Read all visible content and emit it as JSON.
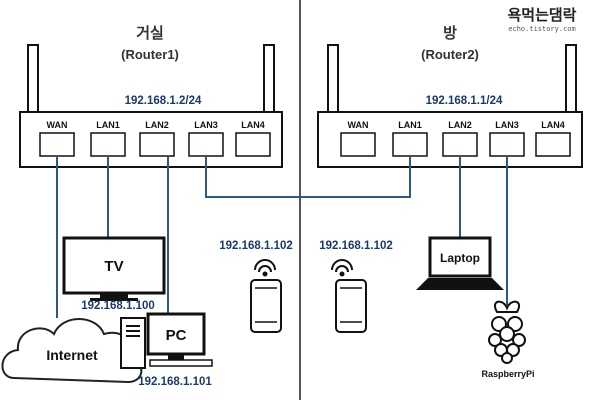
{
  "watermark": {
    "title": "욕먹는댐락",
    "subtitle": "echo.tistory.com"
  },
  "router1": {
    "name": "거실",
    "label": "(Router1)",
    "ip": "192.168.1.2/24",
    "ports": [
      "WAN",
      "LAN1",
      "LAN2",
      "LAN3",
      "LAN4"
    ]
  },
  "router2": {
    "name": "방",
    "label": "(Router2)",
    "ip": "192.168.1.1/24",
    "ports": [
      "WAN",
      "LAN1",
      "LAN2",
      "LAN3",
      "LAN4"
    ]
  },
  "devices": {
    "tv": {
      "label": "TV",
      "ip": "192.168.1.100"
    },
    "pc": {
      "label": "PC",
      "ip": "192.168.1.101"
    },
    "internet": {
      "label": "Internet"
    },
    "phone_left": {
      "ip": "192.168.1.102"
    },
    "phone_right": {
      "ip": "192.168.1.102"
    },
    "laptop": {
      "label": "Laptop"
    },
    "raspberrypi": {
      "label": "RaspberryPi"
    }
  },
  "colors": {
    "cable": "#2b5a8a",
    "ip_text": "#1a3a6e",
    "outline": "#111111"
  }
}
